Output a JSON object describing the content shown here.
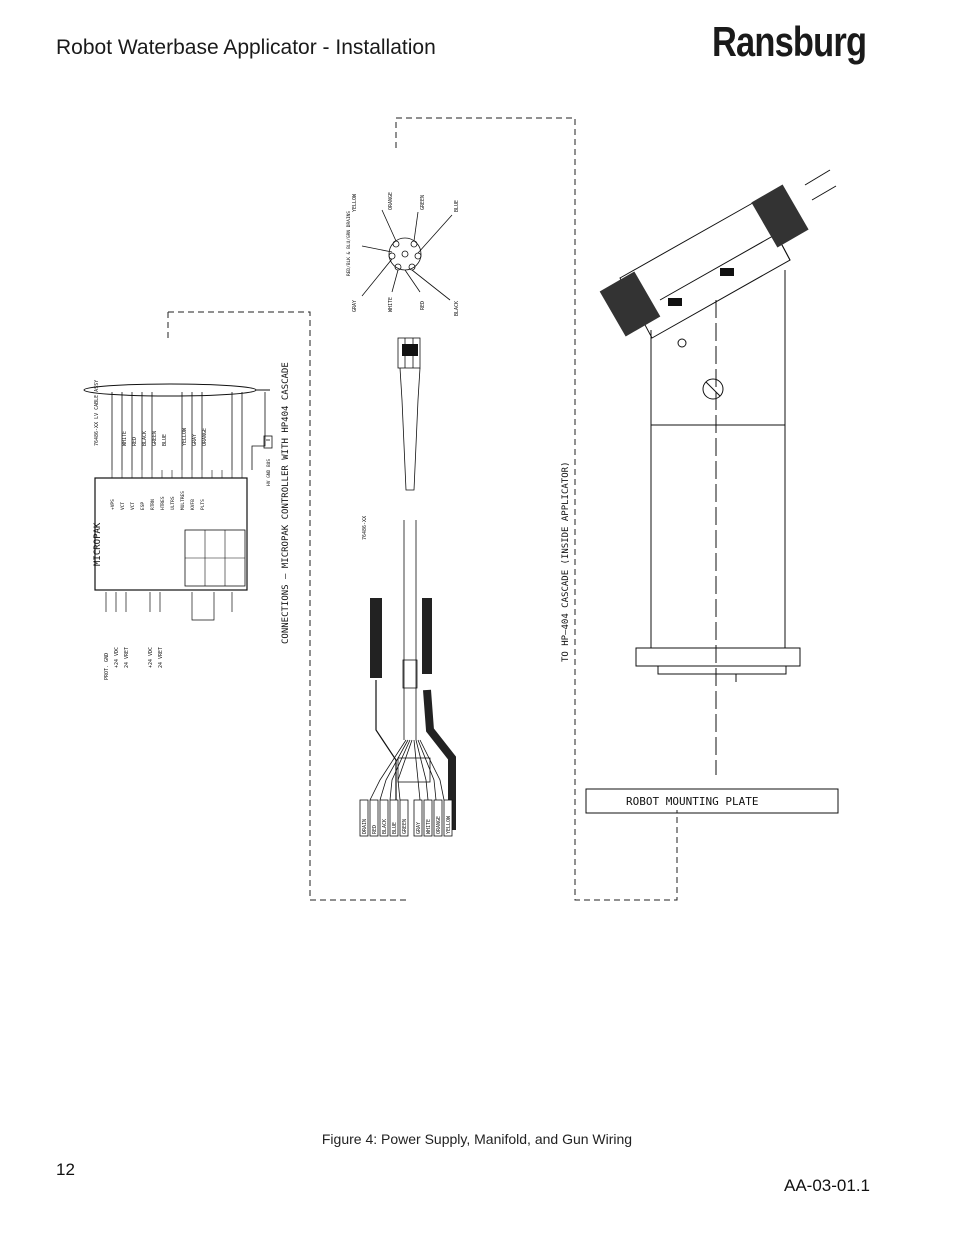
{
  "header": {
    "title": "Robot Waterbase Applicator - Installation",
    "brand": "Ransburg"
  },
  "figure": {
    "caption": "Figure 4:  Power Supply, Manifold, and Gun Wiring",
    "connections_label": "CONNECTIONS  –  MICROPAK CONTROLLER WITH HP404 CASCADE",
    "cascade_label": "TO  HP–404  CASCADE  (INSIDE  APPLICATOR)",
    "mounting_plate": "ROBOT  MOUNTING  PLATE",
    "micropak": "MICROPAK",
    "j2_pins": [
      "PROT. GND",
      "+24 VDC",
      "24 VRET"
    ],
    "j3_pins": [
      "+24 VDC",
      "24 VRET"
    ],
    "j1_signals": [
      "+VPS",
      "VCT",
      "VCT",
      "ESP",
      "RTRN",
      "HTRES",
      "ULTRS",
      "MULTRES",
      "KVFB",
      "PLTS"
    ],
    "wire_colors": [
      "WHITE",
      "RED",
      "BLACK",
      "GREEN",
      "BLUE",
      "YELLOW",
      "GRAY",
      "ORANGE"
    ],
    "connector_colors": [
      "YELLOW",
      "ORANGE",
      "GREEN",
      "BLUE",
      "BLACK",
      "RED",
      "WHITE",
      "GRAY",
      "RED/BLK & BLU/GRN DRAINS"
    ],
    "cable_part": "76486-XX",
    "cable_assy": "76486-XX LV CABLE ASSY",
    "left_terminals": [
      "DRAIN",
      "RED",
      "BLACK",
      "BLUE",
      "GREEN"
    ],
    "right_terminals": [
      "GRAY",
      "WHITE",
      "ORANGE",
      "YELLOW"
    ],
    "ground_label": "HV GND BUS"
  },
  "footer": {
    "page_number": "12",
    "doc_id": "AA-03-01.1"
  }
}
